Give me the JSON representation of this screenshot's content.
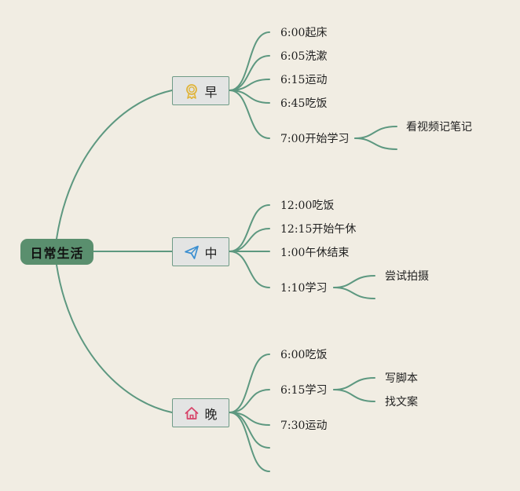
{
  "root": {
    "label": "日常生活"
  },
  "colors": {
    "line": "#5d9880",
    "root_fill": "#5a8f6e",
    "branch_fill": "#e3e4e3",
    "background": "#f1ede3"
  },
  "branches": [
    {
      "label": "早",
      "icon": "award-ribbon-icon",
      "items": [
        {
          "label": "6:00起床"
        },
        {
          "label": "6:05洗漱"
        },
        {
          "label": "6:15运动"
        },
        {
          "label": "6:45吃饭"
        },
        {
          "label": "7:00开始学习",
          "children": [
            {
              "label": "看视频记笔记"
            }
          ]
        }
      ]
    },
    {
      "label": "中",
      "icon": "paper-plane-icon",
      "items": [
        {
          "label": "12:00吃饭"
        },
        {
          "label": "12:15开始午休"
        },
        {
          "label": "1:00午休结束"
        },
        {
          "label": "1:10学习",
          "children": [
            {
              "label": "尝试拍摄"
            }
          ]
        }
      ]
    },
    {
      "label": "晚",
      "icon": "home-icon",
      "items": [
        {
          "label": "6:00吃饭"
        },
        {
          "label": "6:15学习",
          "children": [
            {
              "label": "写脚本"
            },
            {
              "label": "找文案"
            }
          ]
        },
        {
          "label": "7:30运动"
        },
        {
          "label": ""
        },
        {
          "label": ""
        }
      ]
    }
  ]
}
